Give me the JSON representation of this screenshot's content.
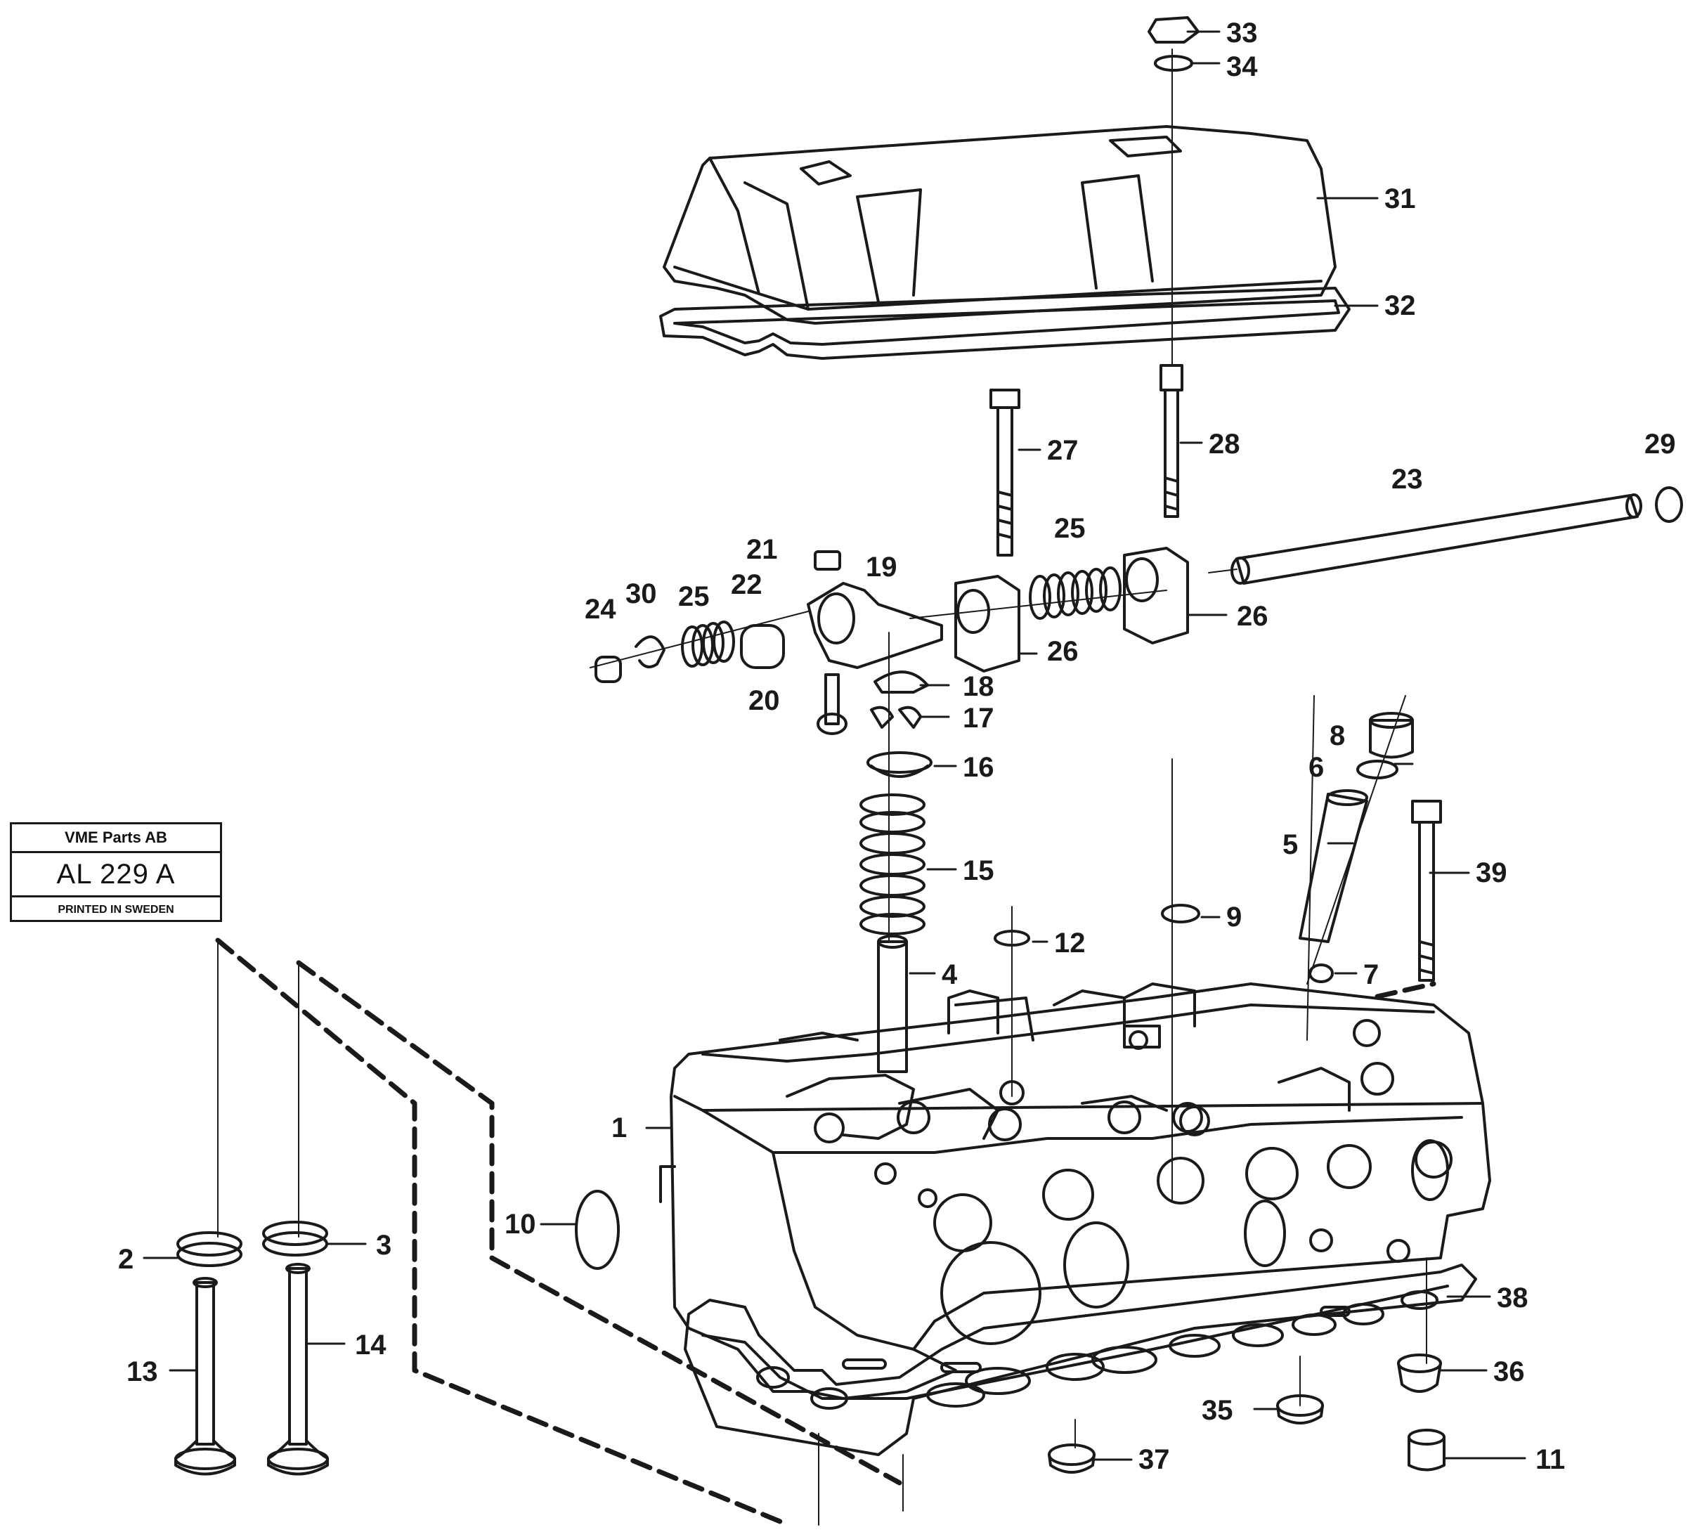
{
  "stamp": {
    "company": "VME Parts AB",
    "code": "AL 229 A",
    "printed": "PRINTED IN SWEDEN"
  },
  "callouts": {
    "n1": "1",
    "n2": "2",
    "n3": "3",
    "n4": "4",
    "n5": "5",
    "n6": "6",
    "n7": "7",
    "n8": "8",
    "n9": "9",
    "n10": "10",
    "n11": "11",
    "n12": "12",
    "n13": "13",
    "n14": "14",
    "n15": "15",
    "n16": "16",
    "n17": "17",
    "n18": "18",
    "n19": "19",
    "n20": "20",
    "n21": "21",
    "n22": "22",
    "n23": "23",
    "n24": "24",
    "n25a": "25",
    "n25b": "25",
    "n26a": "26",
    "n26b": "26",
    "n27": "27",
    "n28": "28",
    "n29": "29",
    "n30": "30",
    "n31": "31",
    "n32": "32",
    "n33": "33",
    "n34": "34",
    "n35": "35",
    "n36": "36",
    "n37": "37",
    "n38": "38",
    "n39": "39"
  },
  "colors": {
    "ink": "#1a1a1a",
    "paper": "#ffffff"
  }
}
